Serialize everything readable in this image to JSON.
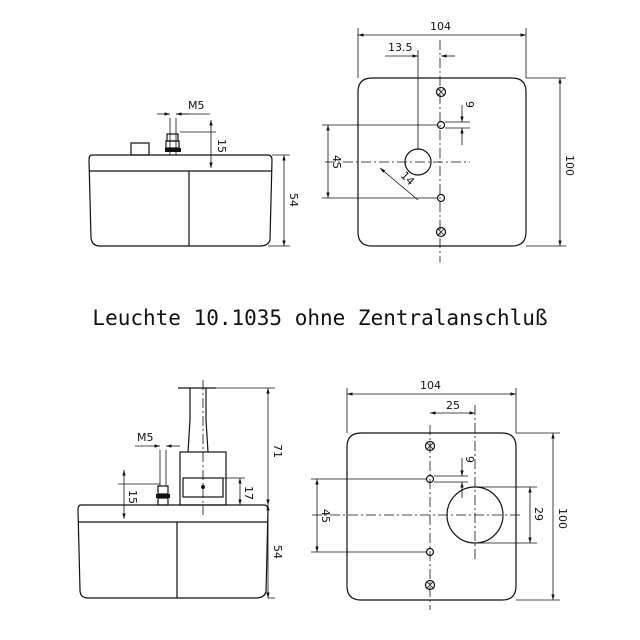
{
  "title": "Leuchte 10.1035 ohne Zentralanschluß",
  "top_side": {
    "thread": "M5",
    "bolt_height": "15",
    "height": "54"
  },
  "top_front": {
    "width": "104",
    "offset": "13.5",
    "small": "9",
    "hole_spacing": "45",
    "height": "100",
    "diameter": "14"
  },
  "bottom_side": {
    "thread": "M5",
    "bolt_height": "15",
    "stem_height": "71",
    "clamp_height": "17",
    "height": "54"
  },
  "bottom_front": {
    "width": "104",
    "offset": "25",
    "small": "9",
    "hole_spacing": "45",
    "diameter": "29",
    "height": "100"
  }
}
